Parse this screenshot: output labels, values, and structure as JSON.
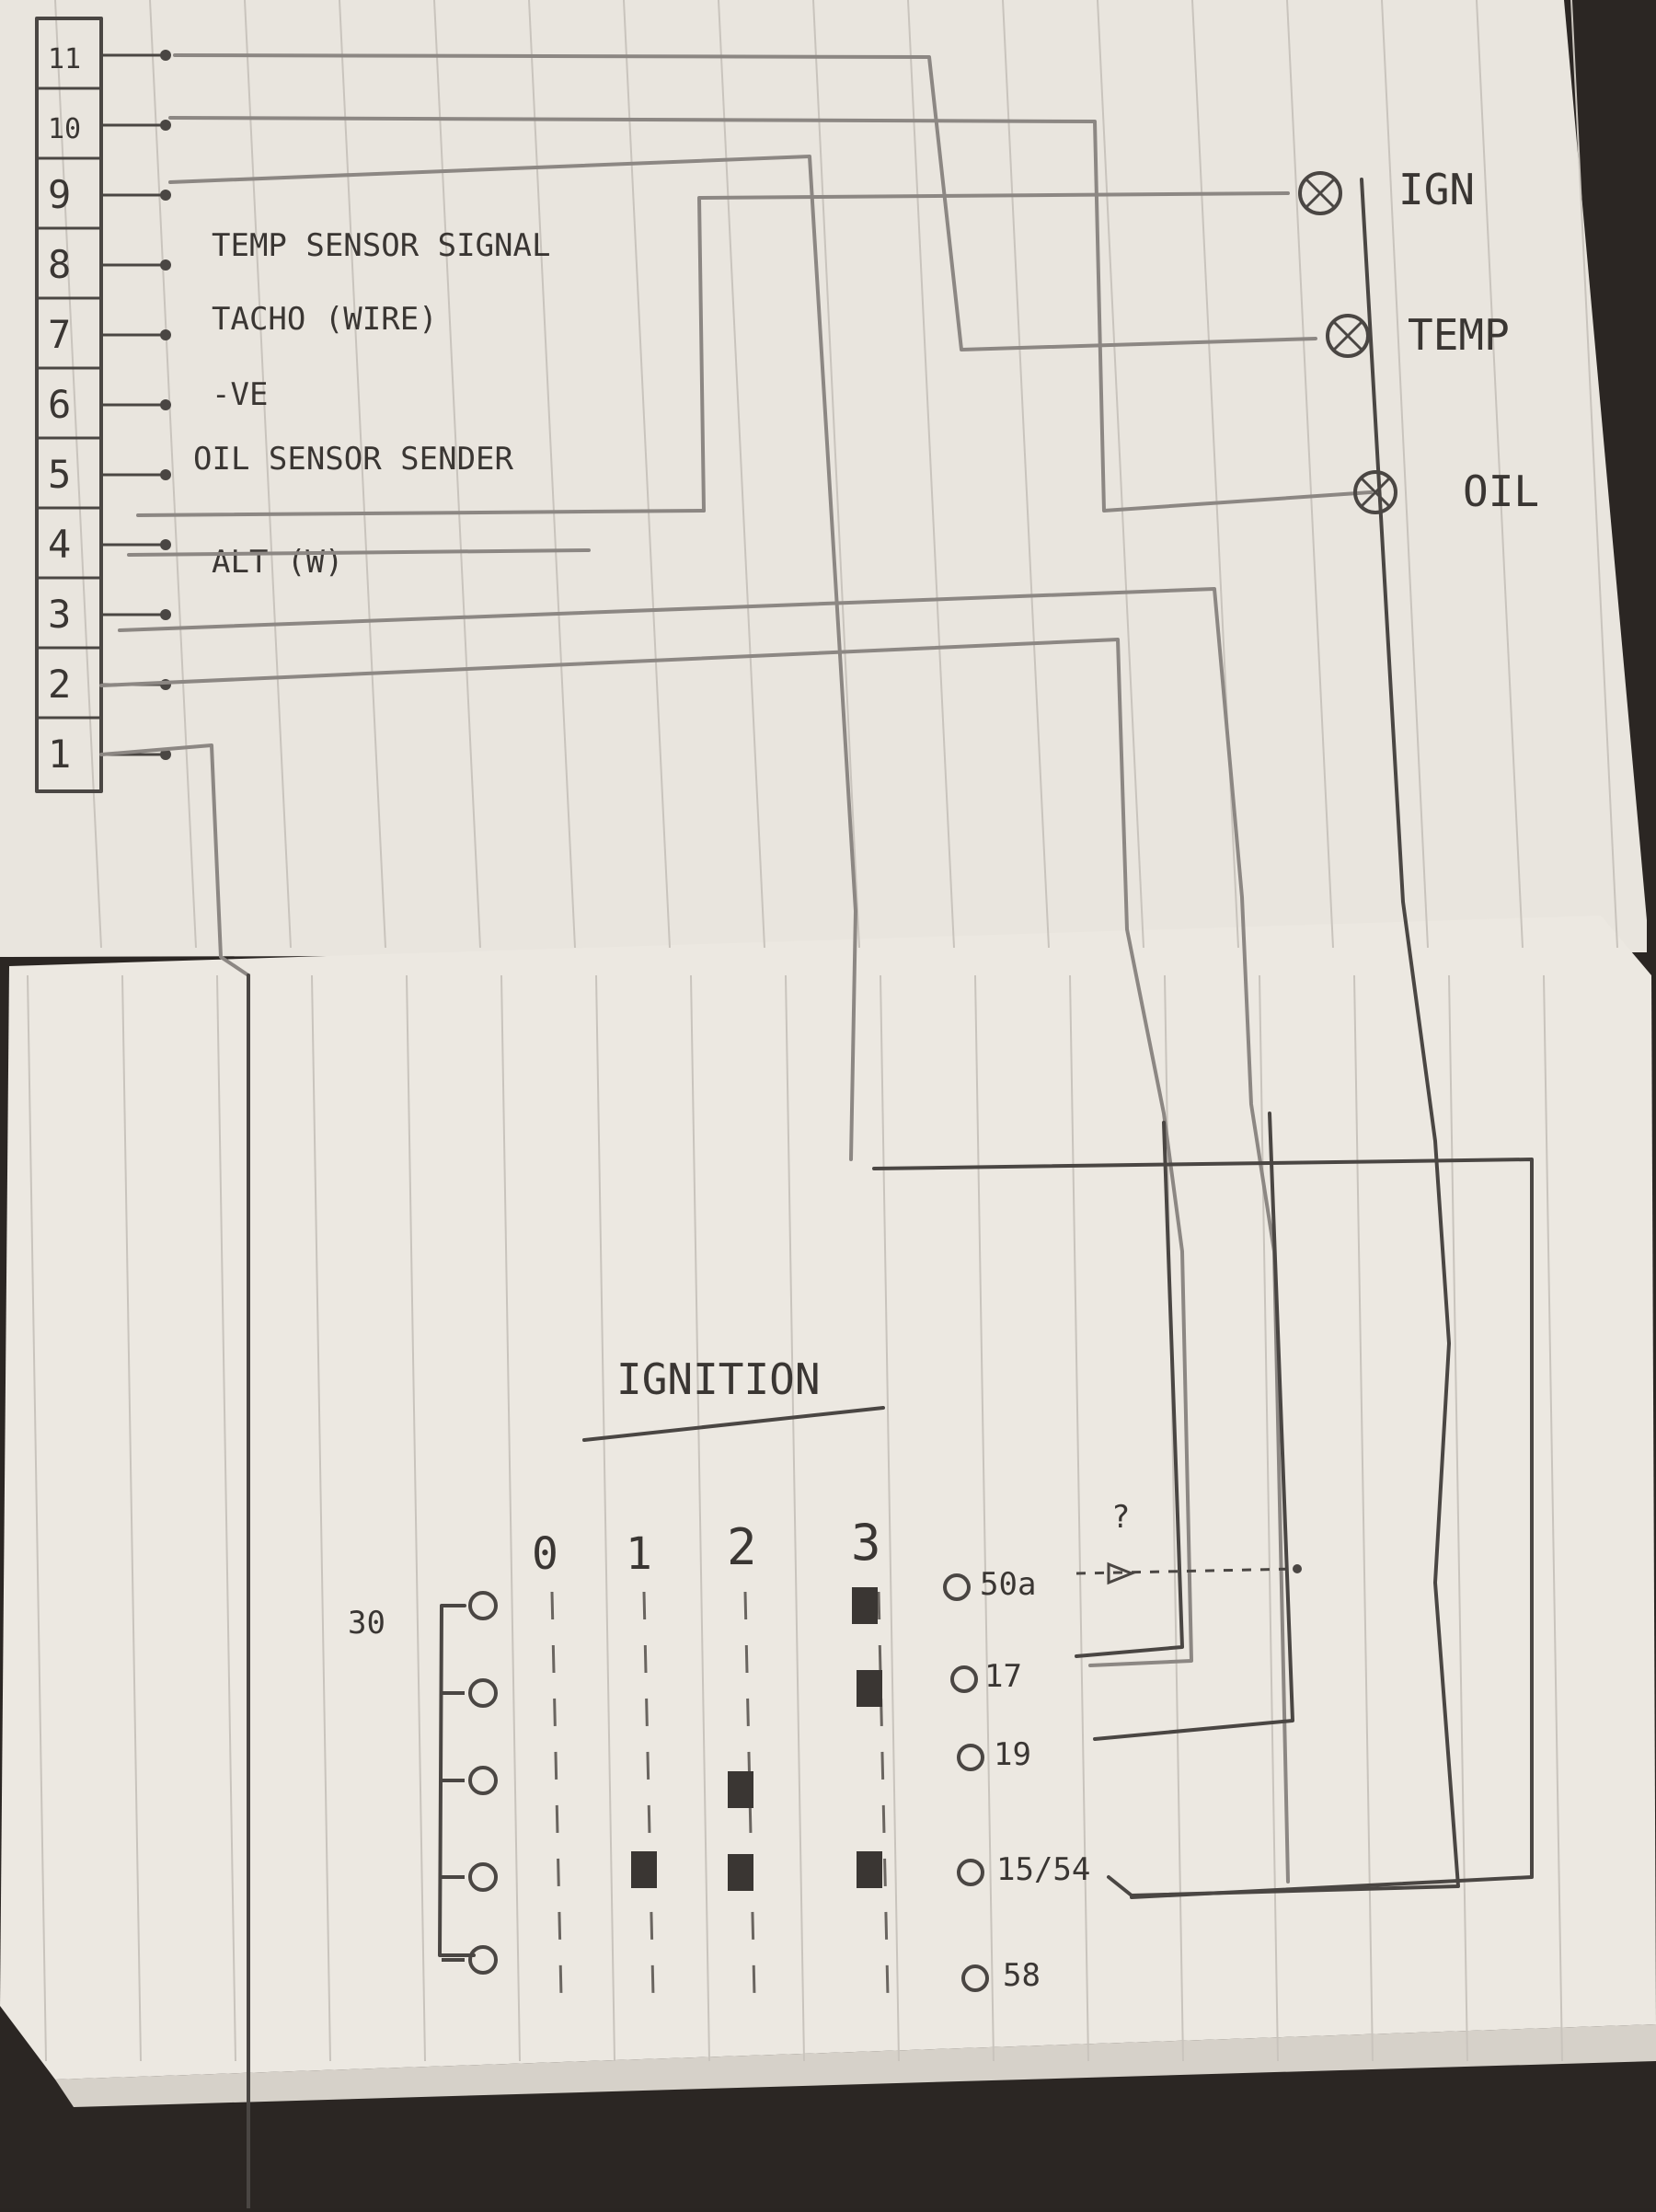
{
  "header": {
    "pins": [
      "1",
      "2",
      "3",
      "4",
      "5",
      "6",
      "7",
      "8",
      "9",
      "10",
      "11"
    ],
    "pin_labels": {
      "8": "TEMP SENSOR SIGNAL",
      "7": "TACHO (WIRE)",
      "6": "-VE",
      "5": "OIL SENSOR SENDER",
      "4": "ALT (W)"
    }
  },
  "lamps": [
    "IGN",
    "TEMP",
    "OIL"
  ],
  "ignition": {
    "title": "IGNITION",
    "positions": [
      "0",
      "1",
      "2",
      "3"
    ],
    "input_terminal": "30",
    "terminals": [
      "50a",
      "17",
      "19",
      "15/54",
      "58"
    ],
    "unknown_marker": "?"
  },
  "colors": {
    "paper": "#ece8e1",
    "ink": "#4a4643",
    "pencil": "#8c8783",
    "rule_line": "#c9c4bd"
  }
}
